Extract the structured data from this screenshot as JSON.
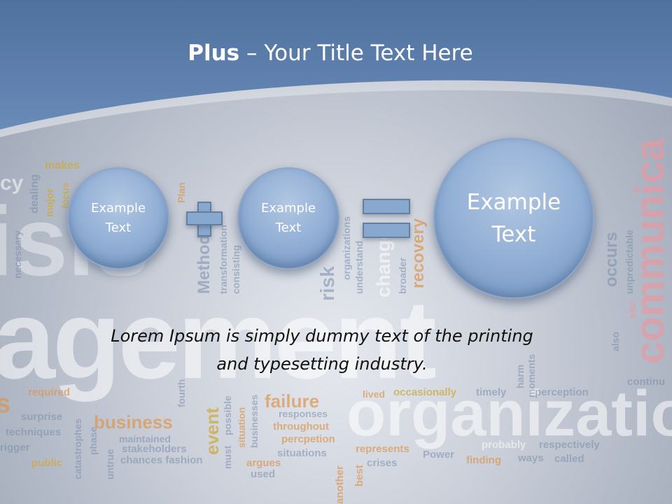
{
  "slide": {
    "title_bold": "Plus",
    "title_rest": " – Your Title Text Here",
    "circles": [
      {
        "line1": "Example",
        "line2": "Text"
      },
      {
        "line1": "Example",
        "line2": "Text"
      },
      {
        "line1": "Example",
        "line2": "Text"
      }
    ],
    "caption_line1": "Lorem Ipsum is simply dummy text of the printing",
    "caption_line2": "and typesetting industry."
  },
  "background_words": {
    "agement": "agement",
    "organizatio": "organizatio",
    "communica": "communica",
    "isis": "isis",
    "makes": "makes",
    "dealing": "dealing",
    "major": "major",
    "focus": "focus",
    "necessary": "necessary",
    "cy": "cy",
    "required": "required",
    "surprise": "surprise",
    "techniques": "techniques",
    "rigger": "rigger",
    "public": "public",
    "business": "business",
    "maintained": "maintained",
    "stakeholders": "stakeholders",
    "chances_fashion": "chances fashion",
    "catastrophes": "catastrophes",
    "phase": "phase",
    "untrue": "untrue",
    "fourth": "fourth",
    "event": "event",
    "possible": "possible",
    "must": "must",
    "situation": "situation",
    "businesses": "businesses",
    "failure": "failure",
    "responses": "responses",
    "throughout": "throughout",
    "percpetion": "percpetion",
    "situations": "situations",
    "argues": "argues",
    "used": "used",
    "another": "another",
    "best": "best",
    "crises": "crises",
    "represents": "represents",
    "lived": "lived",
    "occasionally": "occasionally",
    "timely": "timely",
    "perception": "perception",
    "harm": "harm",
    "moments": "moments",
    "continu": "continu",
    "probably": "probably",
    "respectively": "respectively",
    "Power": "Power",
    "finding": "finding",
    "ways": "ways",
    "called": "called",
    "occurs": "occurs",
    "unpredictable": "unpredictable",
    "site": "site",
    "also": "also",
    "Method": "Method",
    "transformation": "transformation",
    "consisting": "consisting",
    "recovery": "recovery",
    "broader": "broader",
    "change": "change",
    "organizations": "organizations",
    "risk": "risk",
    "understand": "understand",
    "Plan": "Plan"
  }
}
